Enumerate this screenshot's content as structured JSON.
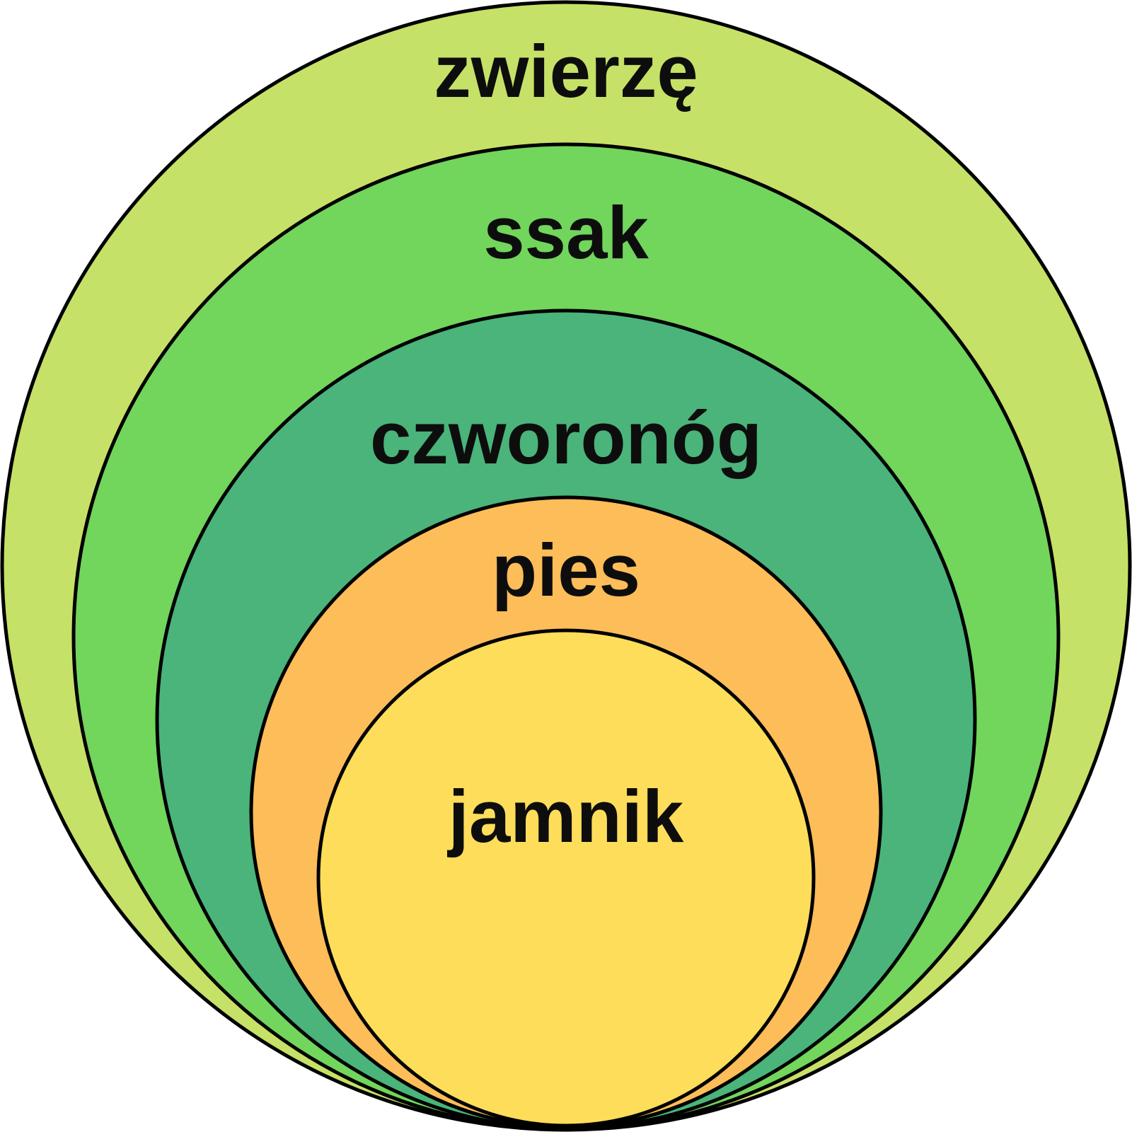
{
  "diagram": {
    "type": "nested-euler-circles",
    "background_color": "#ffffff",
    "outline_color": "#000000",
    "text_color": "#0d0d0d",
    "rings": [
      {
        "label": "zwierzę",
        "color": "#c6e167"
      },
      {
        "label": "ssak",
        "color": "#72d55c"
      },
      {
        "label": "czworonóg",
        "color": "#4ab47a"
      },
      {
        "label": "pies",
        "color": "#fdbd59"
      },
      {
        "label": "jamnik",
        "color": "#fedd5a"
      }
    ]
  }
}
